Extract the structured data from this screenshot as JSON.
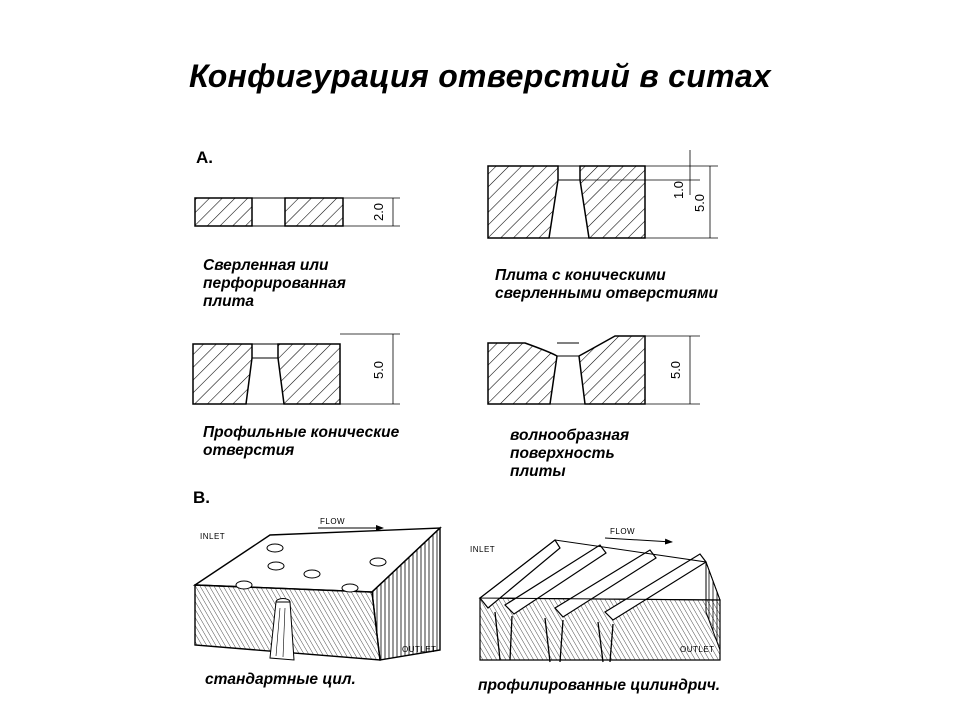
{
  "title": "Конфигурация отверстий в ситах",
  "section_a": "A.",
  "section_b": "B.",
  "panels": {
    "drilled": {
      "caption_lines": [
        "Сверленная или",
        "перфорированная",
        "плита"
      ],
      "dimension": "2.0"
    },
    "conical": {
      "caption_lines": [
        "Плита с коническими",
        "сверленными отверстиями"
      ],
      "dimension_small": "1.0",
      "dimension_large": "5.0"
    },
    "profiled": {
      "caption_lines": [
        "Профильные конические",
        "отверстия"
      ],
      "dimension": "5.0"
    },
    "wavy": {
      "caption_lines": [
        "волнообразная",
        "поверхность",
        "плиты"
      ],
      "dimension": "5.0"
    }
  },
  "bottom": {
    "left": {
      "inlet": "INLET",
      "flow": "FLOW",
      "outlet": "OUTLET",
      "caption": "стандартные цил."
    },
    "right": {
      "inlet": "INLET",
      "flow": "FLOW",
      "outlet": "OUTLET",
      "caption": "профилированные цилиндрич."
    }
  }
}
